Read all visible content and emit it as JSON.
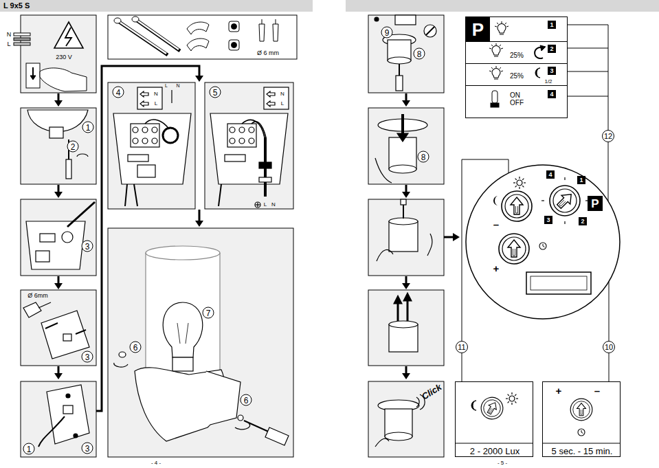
{
  "diagram": {
    "title": "L 9x5 S",
    "nodes": [
      {
        "text": [
          "P"
        ]
      },
      {
        "text": [
          "1"
        ],
        "in": 0
      },
      {
        "text": [
          "25%",
          "2"
        ],
        "in": 0
      },
      {
        "text": [
          "25%",
          "1/2",
          "3"
        ],
        "in": 0
      },
      {
        "text": [
          "ON OFF",
          "4"
        ],
        "in": 0
      },
      {
        "text": [
          "4",
          "1",
          "P",
          "3",
          "2",
          "–",
          "+"
        ]
      },
      {
        "text": [
          "2 - 2000 Lux"
        ]
      },
      {
        "text": [
          "+",
          "–",
          "5 sec. - 15 min."
        ]
      }
    ],
    "edges": [
      {
        "from": 0,
        "to": 5,
        "label": "12",
        "arrow": "none"
      },
      {
        "from": 6,
        "to": 5,
        "label": "11",
        "arrow": "none"
      },
      {
        "from": 7,
        "to": 5,
        "label": "10",
        "arrow": "none"
      }
    ],
    "labels": [
      "N",
      "L",
      "230 V",
      "Ø 6 mm",
      "1",
      "2",
      "3",
      "Ø 6mm",
      "3",
      "1",
      "3",
      "4",
      "L",
      "N",
      "N",
      "L",
      "5",
      "N",
      "L",
      "L",
      "N",
      "7",
      "6",
      "6",
      "- 4 -",
      "9",
      "8",
      "8",
      "Click",
      "- 5 -"
    ]
  }
}
